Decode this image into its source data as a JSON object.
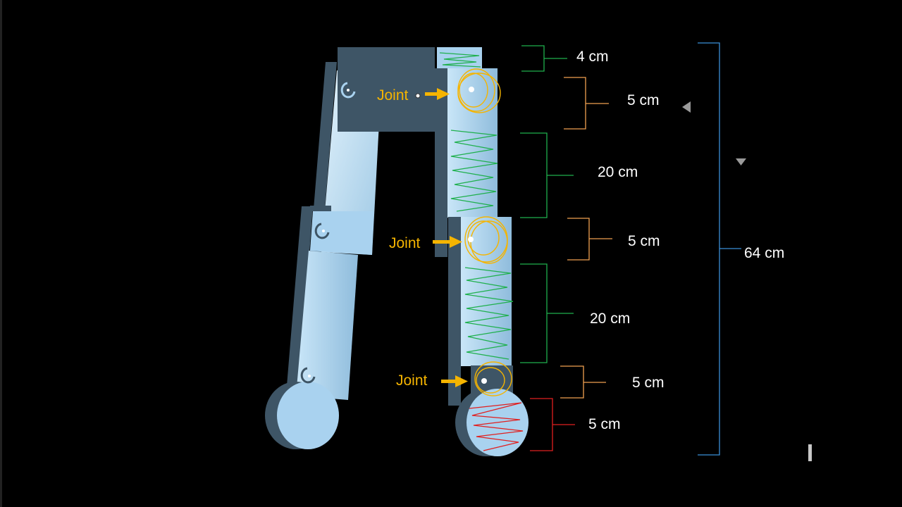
{
  "diagram": {
    "joint_label": "Joint",
    "dimensions": [
      {
        "id": "top",
        "label": "4 cm",
        "color": "#1fb04d"
      },
      {
        "id": "joint1",
        "label": "5 cm",
        "color": "#f0a050"
      },
      {
        "id": "link1",
        "label": "20 cm",
        "color": "#1fb04d"
      },
      {
        "id": "joint2",
        "label": "5 cm",
        "color": "#f0a050"
      },
      {
        "id": "link2",
        "label": "20 cm",
        "color": "#1fb04d"
      },
      {
        "id": "joint3",
        "label": "5 cm",
        "color": "#f0a050"
      },
      {
        "id": "wheel",
        "label": "5 cm",
        "color": "#e02020"
      }
    ],
    "total": {
      "label": "64 cm",
      "color": "#3a8fd8"
    }
  },
  "colors": {
    "background": "#000000",
    "joint": "#f5b400",
    "body_light": "#a9d2ef",
    "body_dark": "#3e5566"
  },
  "icons": [
    "rotate-icon",
    "arrow-right-icon",
    "triangle-left-icon",
    "triangle-down-icon"
  ]
}
